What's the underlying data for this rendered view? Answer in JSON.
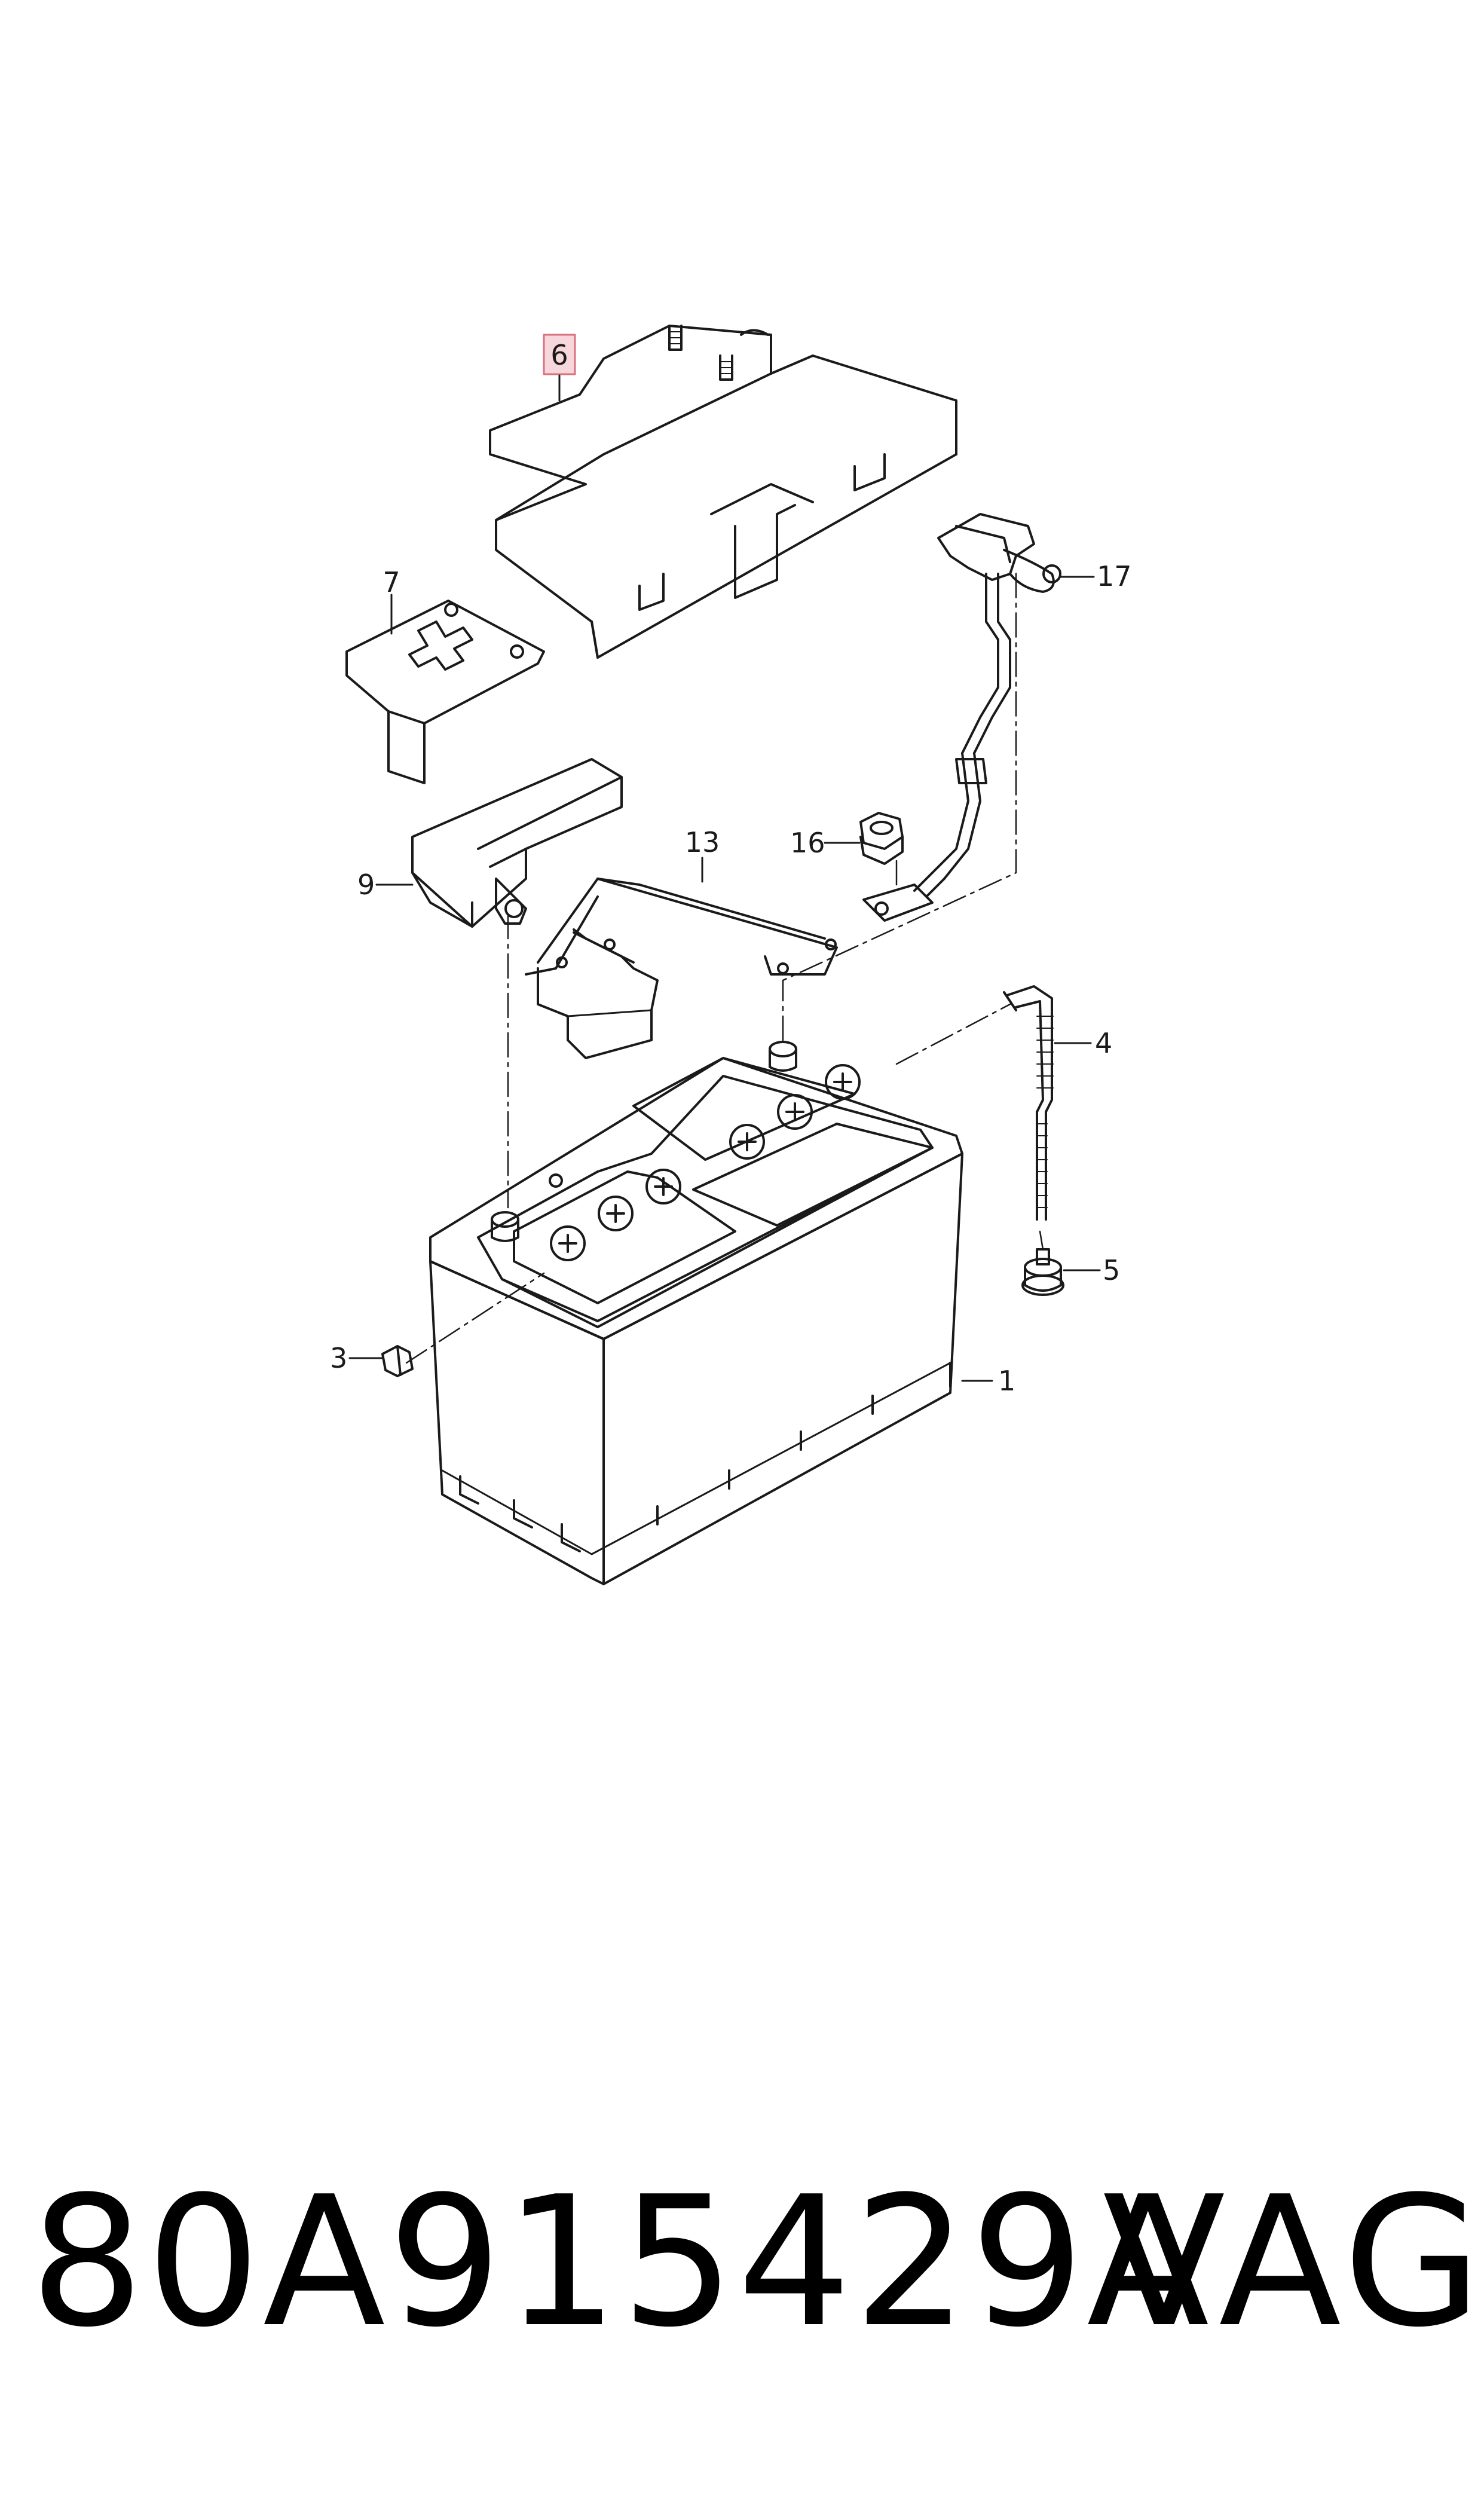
{
  "diagram": {
    "callouts": [
      {
        "id": "6",
        "label": "6",
        "highlighted": true
      },
      {
        "id": "7",
        "label": "7"
      },
      {
        "id": "17",
        "label": "17"
      },
      {
        "id": "16",
        "label": "16"
      },
      {
        "id": "13",
        "label": "13"
      },
      {
        "id": "9",
        "label": "9"
      },
      {
        "id": "4",
        "label": "4"
      },
      {
        "id": "5",
        "label": "5"
      },
      {
        "id": "3",
        "label": "3"
      },
      {
        "id": "1",
        "label": "1"
      }
    ],
    "highlight_color": "#f7d6dc",
    "highlight_border": "#d9727f",
    "line_color": "#1a1a1a"
  },
  "footer": {
    "part_number": "80A915429A",
    "brand": "VAG"
  }
}
